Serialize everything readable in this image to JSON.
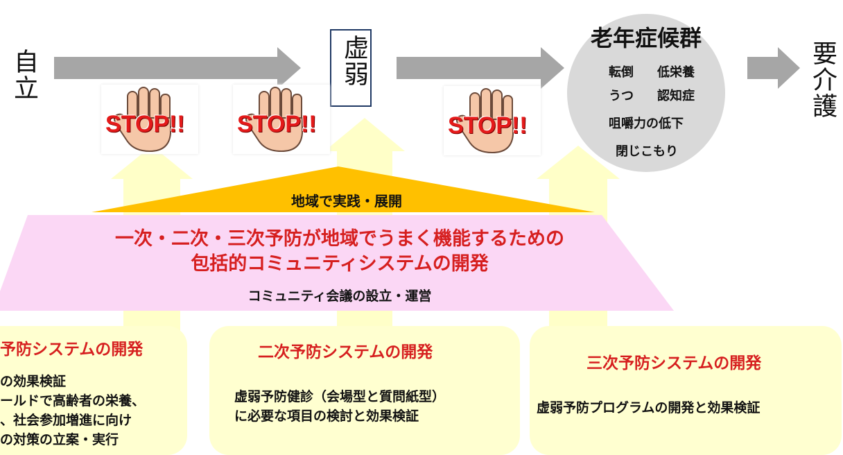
{
  "stages": {
    "independent": "自立",
    "frailty": "虚弱",
    "geriatric_title": "老年症候群",
    "geriatric_items": [
      "転倒",
      "低栄養",
      "うつ",
      "認知症",
      "咀嚼力の低下",
      "閉じこもり"
    ],
    "care": "要介護"
  },
  "stop_label": "STOP!!",
  "pyramid": {
    "top_label": "地域で実践・展開",
    "main_line1": "一次・二次・三次予防が地域でうまく機能するための",
    "main_line2": "包括的コミュニティシステムの開発",
    "sub_label": "コミュニティ会議の設立・運営"
  },
  "panels": [
    {
      "title": "予防システムの開発",
      "body": [
        "の効果検証",
        "ールドで高齢者の栄養、",
        "、社会参加増進に向け",
        "の対策の立案・実行"
      ]
    },
    {
      "title": "二次予防システムの開発",
      "body": [
        "虚弱予防健診（会場型と質問紙型）",
        "に必要な項目の検討と効果検証"
      ]
    },
    {
      "title": "三次予防システムの開発",
      "body": [
        "虚弱予防プログラムの開発と効果検証"
      ]
    }
  ],
  "colors": {
    "flow_arrow": "#a6a6a6",
    "up_arrow": "#ffffc8",
    "pyramid_top": "#ffc000",
    "pyramid_band": "#fbd7f5",
    "panel_fill": "#ffffd0",
    "stop_red": "#e41a1a",
    "title_red": "#d61f1f"
  }
}
